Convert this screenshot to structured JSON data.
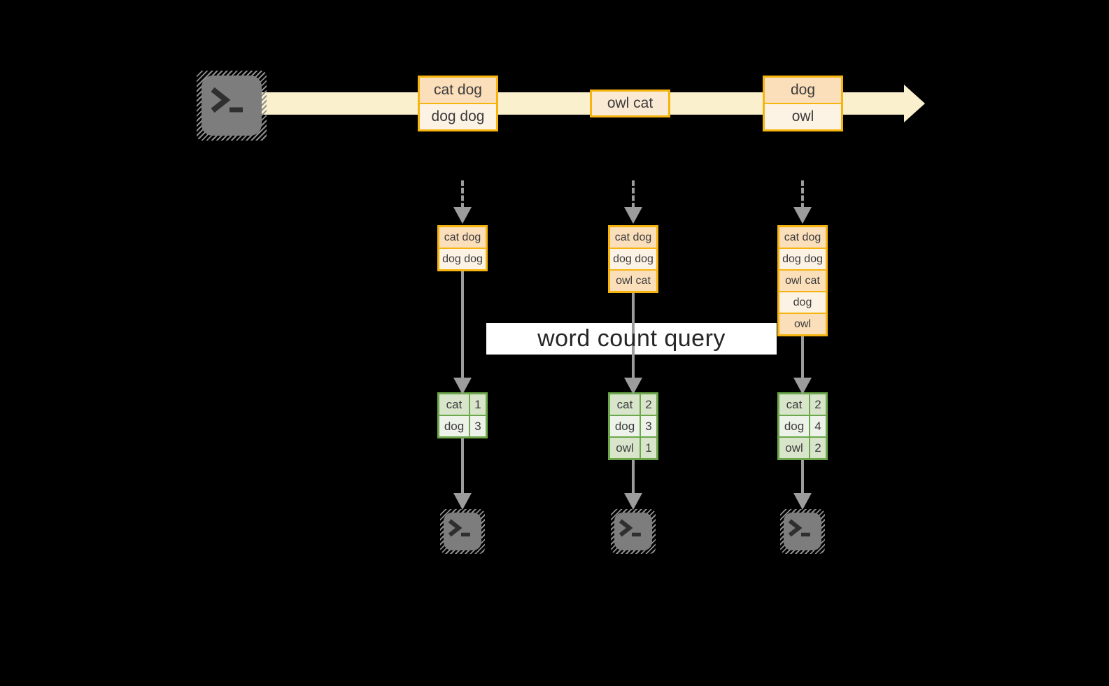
{
  "banner": {
    "label": "word count query"
  },
  "stream_records": [
    {
      "cells": [
        "cat dog",
        "dog dog"
      ]
    },
    {
      "cells": [
        "owl cat"
      ]
    },
    {
      "cells": [
        "dog",
        "owl"
      ]
    }
  ],
  "snapshots": [
    {
      "buffer": [
        "cat dog",
        "dog dog"
      ],
      "counts": [
        {
          "word": "cat",
          "count": "1"
        },
        {
          "word": "dog",
          "count": "3"
        }
      ]
    },
    {
      "buffer": [
        "cat dog",
        "dog dog",
        "owl cat"
      ],
      "counts": [
        {
          "word": "cat",
          "count": "2"
        },
        {
          "word": "dog",
          "count": "3"
        },
        {
          "word": "owl",
          "count": "1"
        }
      ]
    },
    {
      "buffer": [
        "cat dog",
        "dog dog",
        "owl cat",
        "dog",
        "owl"
      ],
      "counts": [
        {
          "word": "cat",
          "count": "2"
        },
        {
          "word": "dog",
          "count": "4"
        },
        {
          "word": "owl",
          "count": "2"
        }
      ]
    }
  ],
  "icons": {
    "source": "terminal-icon",
    "sinks": [
      "terminal-icon",
      "terminal-icon",
      "terminal-icon"
    ]
  },
  "colors": {
    "background": "#000000",
    "stream_arrow": "#FAF0CD",
    "record_border": "#F6B40F",
    "record_fill_peach": "#FBDEBA",
    "record_fill_cream": "#FDF3E4",
    "table_border": "#6CA84B",
    "table_fill_dark": "#D9E5CB",
    "table_fill_light": "#EEF3EA",
    "arrow_gray": "#9C9C9C",
    "terminal_gray": "#7D7D7D",
    "banner_bg": "#FFFFFF",
    "banner_text": "#262626"
  }
}
